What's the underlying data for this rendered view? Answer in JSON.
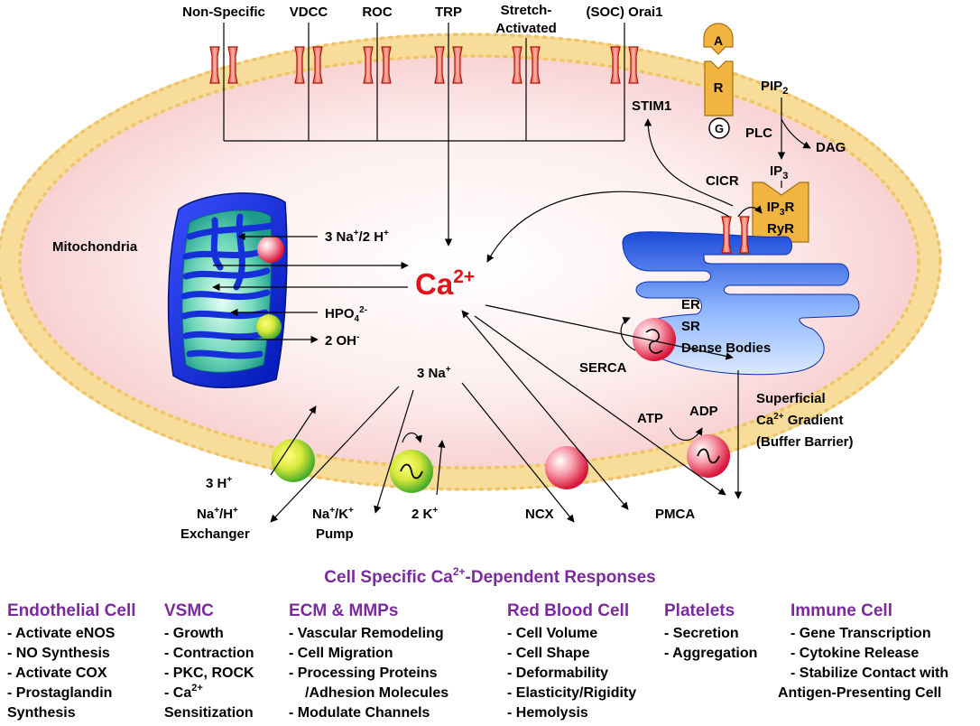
{
  "channels": {
    "nonspecific": "Non-Specific",
    "vdcc": "VDCC",
    "roc": "ROC",
    "trp": "TRP",
    "stretch_line1": "Stretch-",
    "stretch_line2": "Activated",
    "soc": "(SOC) Orai1"
  },
  "receptor": {
    "agonist": "A",
    "receptor": "R",
    "gprotein": "G"
  },
  "signaling": {
    "pip2_base": "PIP",
    "pip2_sub": "2",
    "plc": "PLC",
    "dag": "DAG",
    "ip3_base": "IP",
    "ip3_sub": "3",
    "ip3r_a": "IP",
    "ip3r_sub": "3",
    "ip3r_b": "R",
    "ryr": "RyR",
    "cicr": "CICR",
    "stim1": "STIM1"
  },
  "mito": {
    "label": "Mitochondria",
    "nah_a": "3 Na",
    "nah_plus": "+",
    "nah_b": "/2 H",
    "nah_plus2": "+",
    "hpo4_base": "HPO",
    "hpo4_sub": "4",
    "hpo4_sup": "2-",
    "oh_base": "2 OH",
    "oh_sup": "-"
  },
  "calcium": {
    "base": "Ca",
    "sup": "2+"
  },
  "er": {
    "line1": "ER",
    "line2": "SR",
    "line3": "Dense Bodies",
    "serca": "SERCA"
  },
  "gradient": {
    "line1": "Superficial",
    "line2_base": "Ca",
    "line2_sup": "2+",
    "line2_rest": " Gradient",
    "line3": "(Buffer Barrier)"
  },
  "membrane": {
    "na3": "3 Na",
    "na3_sup": "+",
    "h3": "3 H",
    "h3_sup": "+",
    "nhe_a": "Na",
    "nhe_sup1": "+",
    "nhe_b": "/H",
    "nhe_sup2": "+",
    "nhe_line2": "Exchanger",
    "nak_a": "Na",
    "nak_sup1": "+",
    "nak_b": "/K",
    "nak_sup2": "+",
    "nak_line2": "Pump",
    "k2": "2 K",
    "k2_sup": "+",
    "ncx": "NCX",
    "pmca": "PMCA",
    "atp": "ATP",
    "adp": "ADP"
  },
  "responses": {
    "title_a": "Cell Specific Ca",
    "title_sup": "2+",
    "title_b": "-Dependent Responses",
    "endothelial": {
      "head": "Endothelial Cell",
      "items": [
        "- Activate eNOS",
        "- NO Synthesis",
        "- Activate COX",
        "- Prostaglandin",
        "Synthesis"
      ]
    },
    "vsmc": {
      "head": "VSMC",
      "items": [
        "- Growth",
        "- Contraction",
        "- PKC, ROCK"
      ],
      "ca_a": "- Ca",
      "ca_sup": "2+",
      "last": "Sensitization"
    },
    "ecm": {
      "head": "ECM & MMPs",
      "items": [
        "- Vascular Remodeling",
        "- Cell Migration",
        "- Processing Proteins",
        "/Adhesion Molecules",
        "- Modulate Channels"
      ]
    },
    "rbc": {
      "head": "Red Blood Cell",
      "items": [
        "- Cell Volume",
        "- Cell Shape",
        "- Deformability",
        "- Elasticity/Rigidity",
        "- Hemolysis"
      ]
    },
    "platelets": {
      "head": "Platelets",
      "items": [
        "- Secretion",
        "- Aggregation"
      ]
    },
    "immune": {
      "head": "Immune Cell",
      "items": [
        "- Gene Transcription",
        "- Cytokine Release",
        "- Stabilize Contact with",
        "Antigen-Presenting Cell"
      ]
    }
  }
}
